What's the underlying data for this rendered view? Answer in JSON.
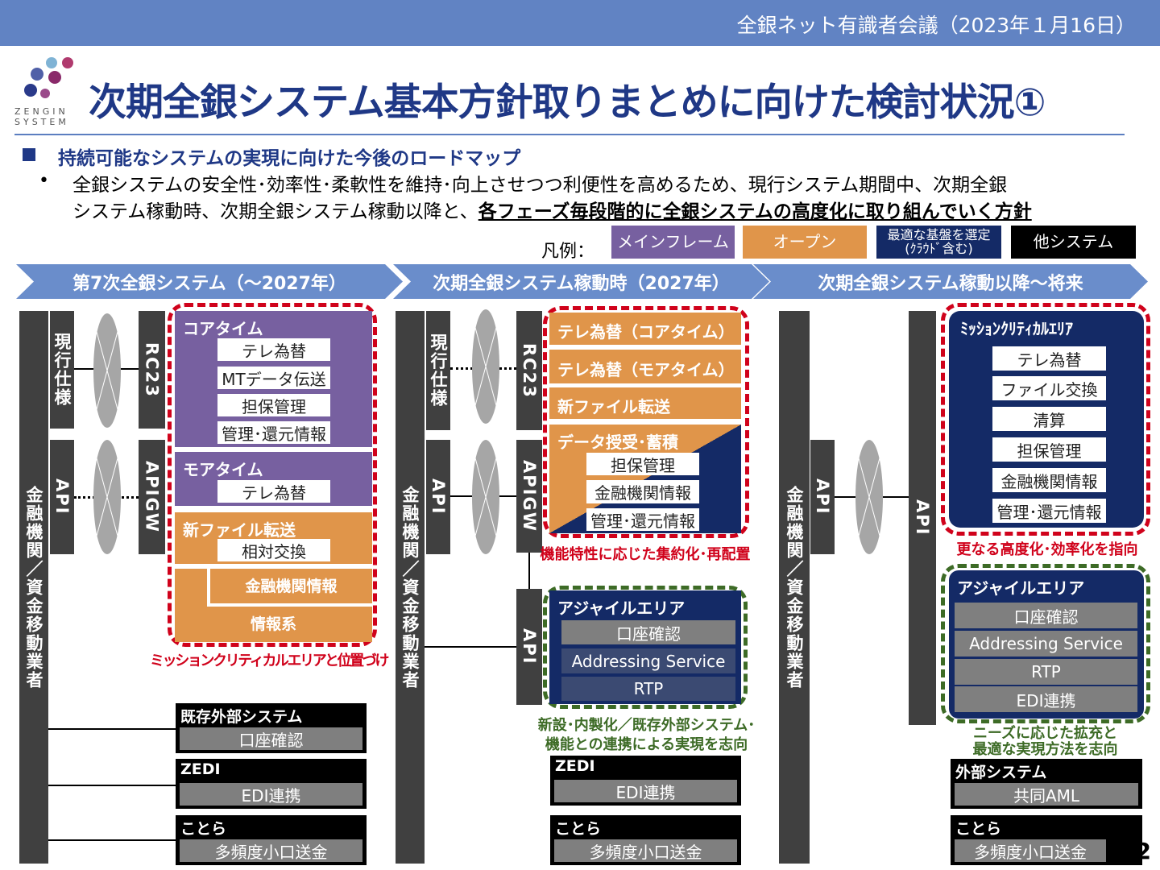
{
  "header": {
    "meeting": "全銀ネット有識者会議（2023年１月16日）"
  },
  "logo": {
    "text_line1": "ZENGIN",
    "text_line2": "SYSTEM"
  },
  "title": "次期全銀システム基本方針取りまとめに向けた検討状況①",
  "section": {
    "heading": "持続可能なシステムの実現に向けた今後のロードマップ",
    "bullet_line1": "全銀システムの安全性･効率性･柔軟性を維持･向上させつつ利便性を高めるため、現行システム期間中、次期全銀",
    "bullet_line2_plain": "システム稼動時、次期全銀システム稼動以降と、",
    "bullet_line2_emph": "各フェーズ毎段階的に全銀システムの高度化に取り組んでいく方針"
  },
  "legend": {
    "label": "凡例：",
    "items": [
      {
        "label": "メインフレーム",
        "color": "#7760a0"
      },
      {
        "label": "オープン",
        "color": "#e0954a"
      },
      {
        "label": "最適な基盤を選定(ｸﾗｳﾄﾞ含む)",
        "color": "#142a66"
      },
      {
        "label": "他システム",
        "color": "#000000"
      }
    ]
  },
  "phases": [
    "第7次全銀システム（～2027年）",
    "次期全銀システム稼動時（2027年）",
    "次期全銀システム稼動以降～将来"
  ],
  "common": {
    "participants": "金融機関／資金移動業者",
    "current_spec": "現行仕様",
    "api": "API",
    "rc23": "RC23",
    "apigw": "APIGW"
  },
  "col1": {
    "core": {
      "title": "コアタイム",
      "items": [
        "テレ為替",
        "MTデータ伝送",
        "担保管理",
        "管理･還元情報"
      ]
    },
    "more": {
      "title": "モアタイム",
      "items": [
        "テレ為替"
      ]
    },
    "file": {
      "title": "新ファイル転送",
      "items": [
        "相対交換"
      ]
    },
    "info": {
      "inner": "金融機関情報",
      "title": "情報系"
    },
    "caption": "ミッションクリティカルエリアと位置づけ",
    "external": [
      {
        "title": "既存外部システム",
        "item": "口座確認"
      },
      {
        "title": "ZEDI",
        "item": "EDI連携"
      },
      {
        "title": "ことら",
        "item": "多頻度小口送金"
      }
    ]
  },
  "col2": {
    "rows": [
      "テレ為替（コアタイム）",
      "テレ為替（モアタイム）",
      "新ファイル転送"
    ],
    "data": {
      "title": "データ授受･蓄積",
      "items": [
        "担保管理",
        "金融機関情報",
        "管理･還元情報"
      ]
    },
    "caption_red": "機能特性に応じた集約化･再配置",
    "agile": {
      "title": "アジャイルエリア",
      "items": [
        "口座確認",
        "Addressing Service",
        "RTP"
      ]
    },
    "caption_green_1": "新設･内製化／既存外部システム･",
    "caption_green_2": "機能との連携による実現を志向",
    "external": [
      {
        "title": "ZEDI",
        "item": "EDI連携"
      },
      {
        "title": "ことら",
        "item": "多頻度小口送金"
      }
    ]
  },
  "col3": {
    "mission": {
      "title": "ﾐｯｼｮﾝｸﾘﾃｨｶﾙｴﾘｱ",
      "items": [
        "テレ為替",
        "ファイル交換",
        "清算",
        "担保管理",
        "金融機関情報",
        "管理･還元情報"
      ]
    },
    "caption_red": "更なる高度化･効率化を指向",
    "agile": {
      "title": "アジャイルエリア",
      "items": [
        "口座確認",
        "Addressing Service",
        "RTP",
        "EDI連携"
      ]
    },
    "caption_green_1": "ニーズに応じた拡充と",
    "caption_green_2": "最適な実現方法を志向",
    "external": [
      {
        "title": "外部システム",
        "item": "共同AML"
      },
      {
        "title": "ことら",
        "item": "多頻度小口送金"
      }
    ]
  },
  "page_number": "12"
}
